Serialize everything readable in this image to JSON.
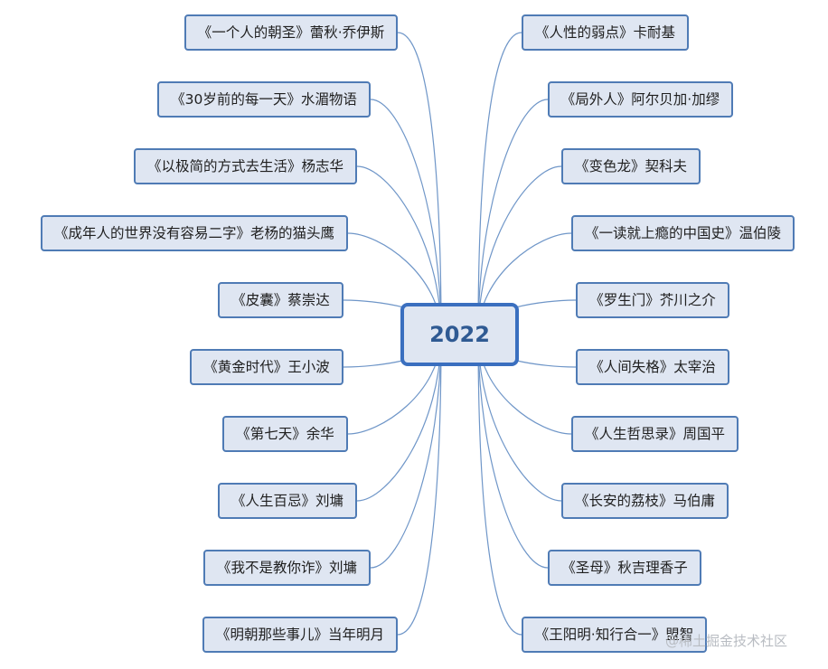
{
  "root": {
    "label": "2022"
  },
  "left_books": [
    {
      "label": "《一个人的朝圣》蕾秋·乔伊斯"
    },
    {
      "label": "《30岁前的每一天》水湄物语"
    },
    {
      "label": "《以极简的方式去生活》杨志华"
    },
    {
      "label": "《成年人的世界没有容易二字》老杨的猫头鹰"
    },
    {
      "label": "《皮囊》蔡崇达"
    },
    {
      "label": "《黄金时代》王小波"
    },
    {
      "label": "《第七天》余华"
    },
    {
      "label": "《人生百忌》刘墉"
    },
    {
      "label": "《我不是教你诈》刘墉"
    },
    {
      "label": "《明朝那些事儿》当年明月"
    }
  ],
  "right_books": [
    {
      "label": "《人性的弱点》卡耐基"
    },
    {
      "label": "《局外人》阿尔贝加·加缪"
    },
    {
      "label": "《变色龙》契科夫"
    },
    {
      "label": "《一读就上瘾的中国史》温伯陵"
    },
    {
      "label": "《罗生门》芥川之介"
    },
    {
      "label": "《人间失格》太宰治"
    },
    {
      "label": "《人生哲思录》周国平"
    },
    {
      "label": "《长安的荔枝》马伯庸"
    },
    {
      "label": "《圣母》秋吉理香子"
    },
    {
      "label": "《王阳明·知行合一》盟智"
    }
  ],
  "watermark": "@稀土掘金技术社区",
  "colors": {
    "node_fill": "#dfe6f2",
    "node_border": "#4f7bb5",
    "root_border": "#3a6fbf",
    "root_text": "#2f5a93",
    "connector": "#6f96c8"
  }
}
